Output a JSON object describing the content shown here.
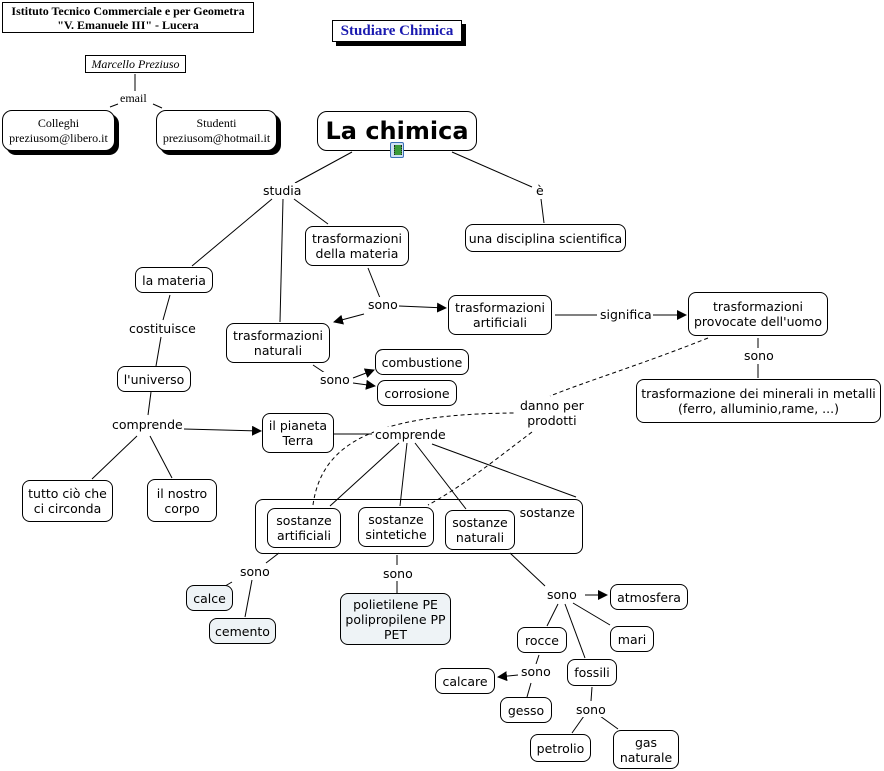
{
  "header": {
    "institute": "Istituto Tecnico Commerciale e per Geometra\n\"V. Emanuele III\" - Lucera",
    "title": "Studiare Chimica",
    "title_color": "#1a1ab0",
    "author": "Marcello Preziuso",
    "contact_link": "email",
    "contacts": [
      {
        "label": "Colleghi\npreziusom@libero.it"
      },
      {
        "label": "Studenti\npreziusom@hotmail.it"
      }
    ]
  },
  "concept_map": {
    "root": "La chimica",
    "root_icon": "film-resource-icon",
    "nodes": {
      "disciplina": "una disciplina scientifica",
      "materia": "la materia",
      "trasf_materia": "trasformazioni\ndella materia",
      "trasf_naturali": "trasformazioni\nnaturali",
      "trasf_artificiali": "trasformazioni\nartificiali",
      "trasf_uomo": "trasformazioni\nprovocate dell'uomo",
      "minerali": "trasformazione dei minerali in metalli\n(ferro, alluminio,rame, ...)",
      "combustione": "combustione",
      "corrosione": "corrosione",
      "universo": "l'universo",
      "pianeta": "il pianeta\nTerra",
      "circonda": "tutto ciò che\nci circonda",
      "corpo": "il nostro\ncorpo",
      "sostanze_group": "sostanze",
      "artificiali": "sostanze\nartificiali",
      "sintetiche": "sostanze\nsintetiche",
      "naturali": "sostanze\nnaturali",
      "calce": "calce",
      "cemento": "cemento",
      "polimeri": "polietilene PE\npolipropilene PP\nPET",
      "atmosfera": "atmosfera",
      "mari": "mari",
      "rocce": "rocce",
      "fossili": "fossili",
      "calcare": "calcare",
      "gesso": "gesso",
      "petrolio": "petrolio",
      "gas": "gas\nnaturale"
    },
    "links": {
      "studia": "studia",
      "e": "è",
      "costituisce": "costituisce",
      "sono_trasf": "sono",
      "significa": "significa",
      "sono_uomo": "sono",
      "sono_nat": "sono",
      "comprende_univ": "comprende",
      "comprende_terra": "comprende",
      "danno": "danno per\nprodotti",
      "sono_art": "sono",
      "sono_sint": "sono",
      "sono_natur": "sono",
      "sono_rocce": "sono",
      "sono_fossili": "sono"
    },
    "highlight_fill": "#eef3f6"
  }
}
